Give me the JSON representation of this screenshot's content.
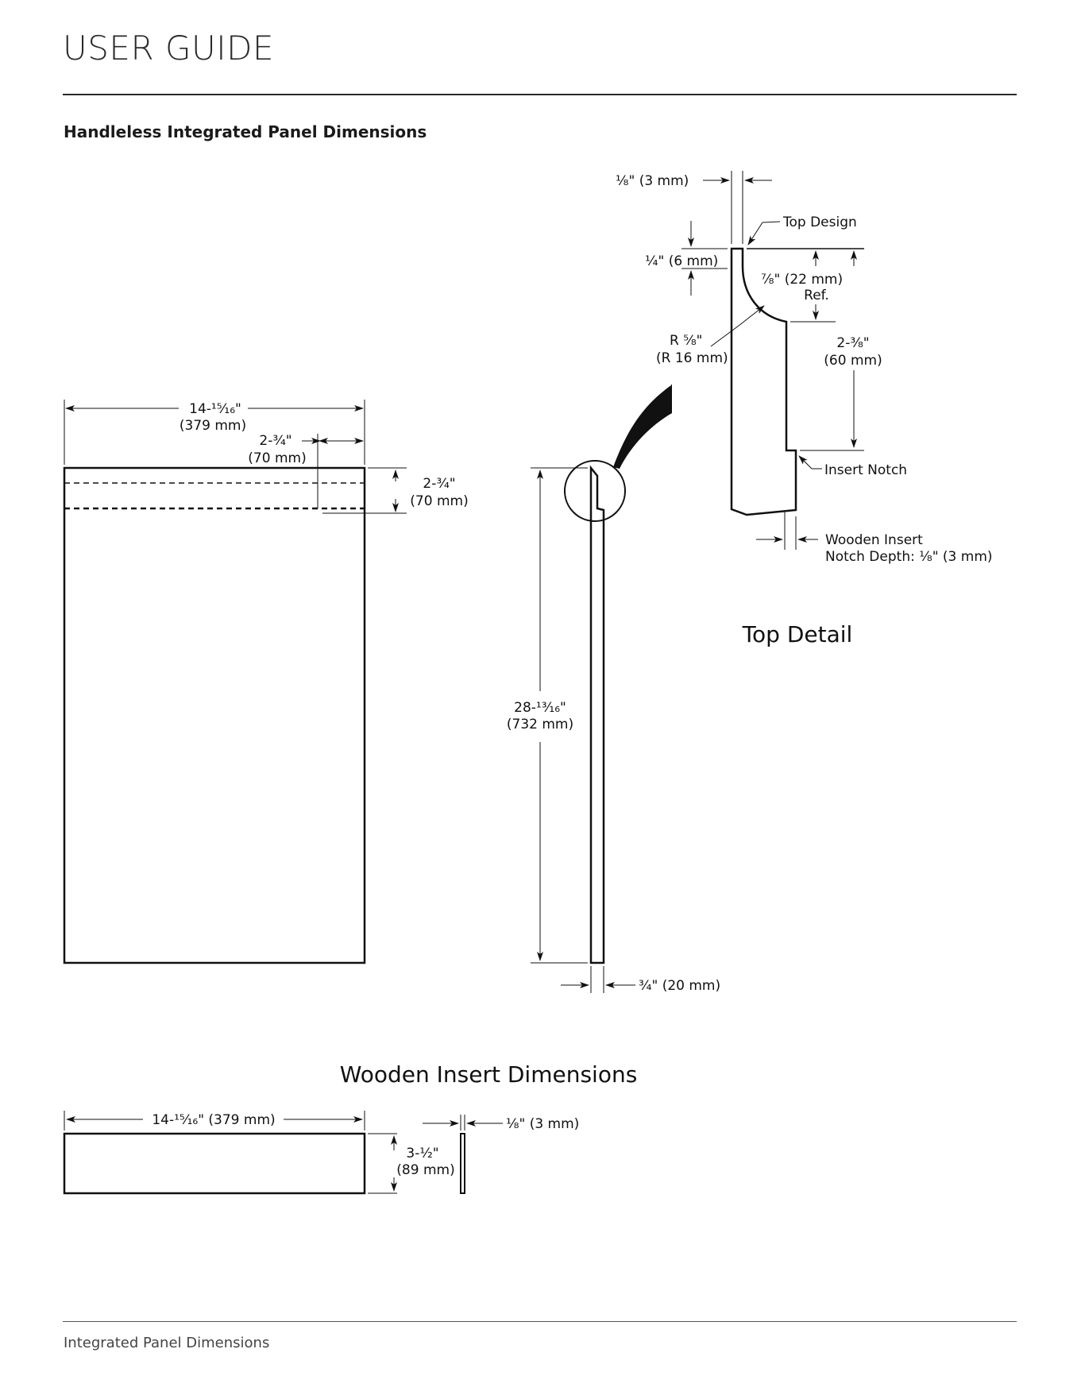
{
  "header": {
    "title": "USER GUIDE"
  },
  "section": {
    "heading": "Handleless Integrated Panel Dimensions"
  },
  "panel_front": {
    "width_in": "14-¹⁵⁄₁₆\"",
    "width_mm": "(379 mm)",
    "offset_in": "2-³⁄₄\"",
    "offset_mm": "(70 mm)",
    "depth_in": "2-³⁄₄\"",
    "depth_mm": "(70 mm)"
  },
  "panel_side": {
    "height_in": "28-¹³⁄₁₆\"",
    "height_mm": "(732 mm)",
    "thickness": "³⁄₄\" (20 mm)"
  },
  "top_detail": {
    "title": "Top Detail",
    "gap": "¹⁄₈\" (3 mm)",
    "top_design": "Top Design",
    "lip_height": "¹⁄₄\" (6 mm)",
    "ref_dim": "⁷⁄₈\" (22 mm)",
    "ref_label": "Ref.",
    "radius_in": "R ⁵⁄₈\"",
    "radius_mm": "(R 16 mm)",
    "notch_pos_in": "2-³⁄₈\"",
    "notch_pos_mm": "(60 mm)",
    "insert_notch": "Insert Notch",
    "notch_depth_line1": "Wooden Insert",
    "notch_depth_line2": "Notch Depth: ¹⁄₈\" (3 mm)"
  },
  "wooden_insert": {
    "title": "Wooden Insert Dimensions",
    "width": "14-¹⁵⁄₁₆\" (379 mm)",
    "height_in": "3-¹⁄₂\"",
    "height_mm": "(89 mm)",
    "thickness": "¹⁄₈\" (3 mm)"
  },
  "footer": {
    "text": "Integrated Panel Dimensions"
  }
}
